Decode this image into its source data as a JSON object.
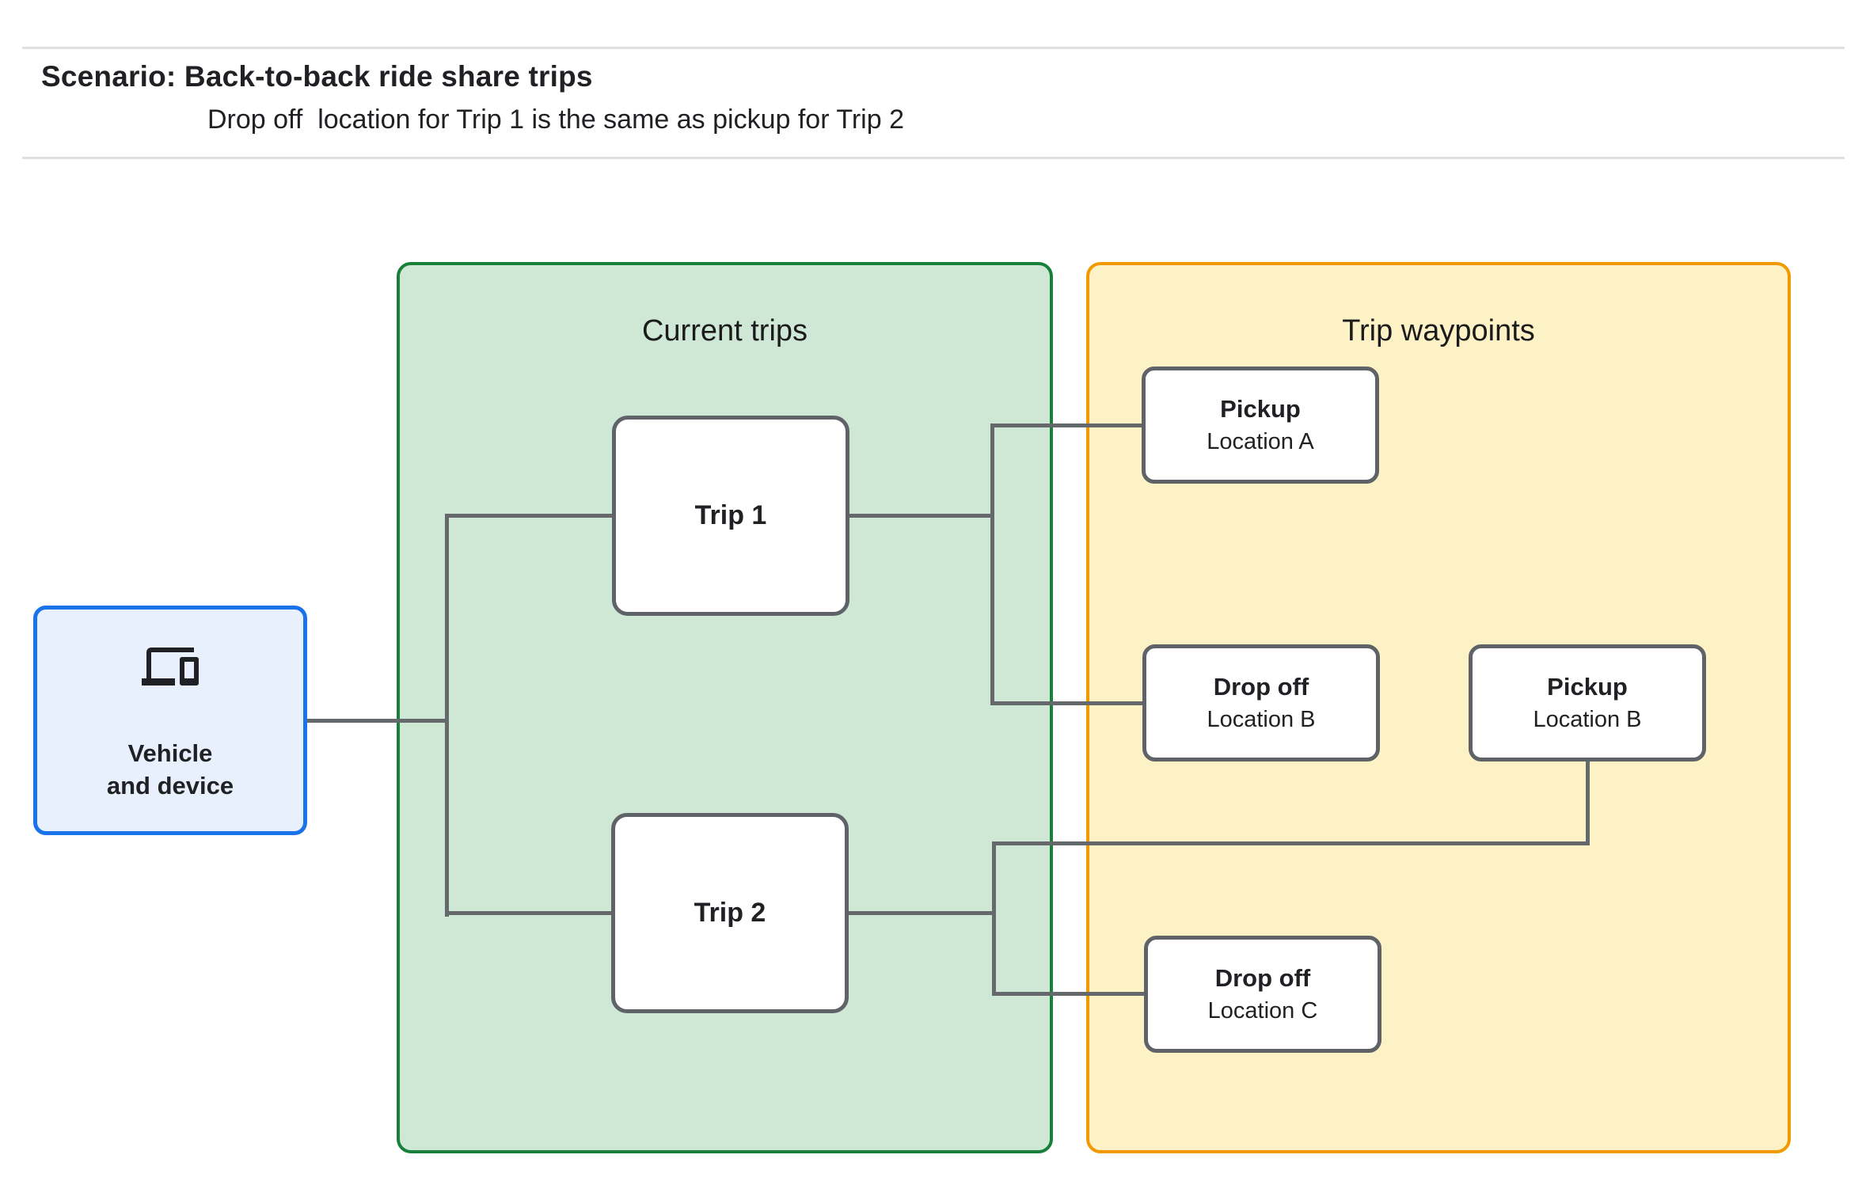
{
  "header": {
    "title": "Scenario: Back-to-back ride share trips",
    "subtitle": "Drop off  location for Trip 1 is the same as pickup for Trip 2"
  },
  "current_trips_panel": {
    "title": "Current trips",
    "nodes": {
      "trip1": "Trip 1",
      "trip2": "Trip 2"
    }
  },
  "trip_waypoints_panel": {
    "title": "Trip waypoints",
    "nodes": {
      "pickup_a": {
        "type": "Pickup",
        "location": "Location A"
      },
      "dropoff_b": {
        "type": "Drop off",
        "location": "Location B"
      },
      "pickup_b": {
        "type": "Pickup",
        "location": "Location B"
      },
      "dropoff_c": {
        "type": "Drop off",
        "location": "Location C"
      }
    }
  },
  "vehicle_node": {
    "label_line1": "Vehicle",
    "label_line2": "and device",
    "icon": "devices-icon"
  },
  "colors": {
    "current_trips_fill": "#cfe8d5",
    "current_trips_border": "#188038",
    "trip_waypoints_fill": "#fdf1c6",
    "trip_waypoints_border": "#f29900",
    "vehicle_fill": "#e8f0fe",
    "vehicle_border": "#1a73e8",
    "node_border": "#5f6368",
    "connector": "#66696c",
    "text": "#202124",
    "divider": "#e0e0e0"
  }
}
